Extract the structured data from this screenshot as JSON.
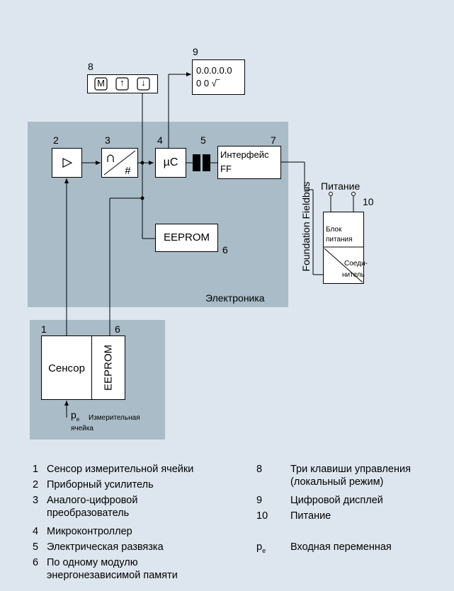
{
  "diagram": {
    "regions": {
      "electronics": "Электроника",
      "cell_line1": "Измерительная",
      "cell_line2": "ячейка"
    },
    "numbers": {
      "n1": "1",
      "n2": "2",
      "n3": "3",
      "n4": "4",
      "n5": "5",
      "n6a": "6",
      "n6b": "6",
      "n7": "7",
      "n8": "8",
      "n9": "9",
      "n10": "10"
    },
    "blocks": {
      "sensor": "Сенсор",
      "cell_eeprom": "EEPROM",
      "eeprom": "EEPROM",
      "mcu": "µC",
      "interface_line1": "Интерфейс",
      "interface_line2": "FF",
      "display_line1": "0.0.0.0.0",
      "display_line2": "0 0 √‾",
      "keys": [
        "M",
        "↑",
        "↓"
      ],
      "fieldbus": "Foundation Fieldbus",
      "power": "Питание",
      "psu_line1": "Блок",
      "psu_line2": "питания",
      "connector_line1": "Соеди-",
      "connector_line2": "нитель",
      "pe_symbol": "p",
      "pe_sub": "e"
    }
  },
  "legend": {
    "left": [
      {
        "n": "1",
        "line1": "Сенсор измерительной ячейки",
        "line2": ""
      },
      {
        "n": "2",
        "line1": "Приборный усилитель",
        "line2": ""
      },
      {
        "n": "3",
        "line1": "Аналого-цифровой",
        "line2": "преобразователь"
      },
      {
        "n": "4",
        "line1": "Микроконтроллер",
        "line2": ""
      },
      {
        "n": "5",
        "line1": "Электрическая развязка",
        "line2": ""
      },
      {
        "n": "6",
        "line1": "По одному модулю",
        "line2": "энергонезависимой памяти"
      }
    ],
    "right": [
      {
        "n": "8",
        "line1": "Три клавиши управления",
        "line2": "(локальный режим)"
      },
      {
        "n": "9",
        "line1": "Цифровой дисплей",
        "line2": ""
      },
      {
        "n": "10",
        "line1": "Питание",
        "line2": ""
      }
    ],
    "pe": {
      "symbol": "p",
      "sub": "e",
      "text": "Входная переменная"
    }
  }
}
